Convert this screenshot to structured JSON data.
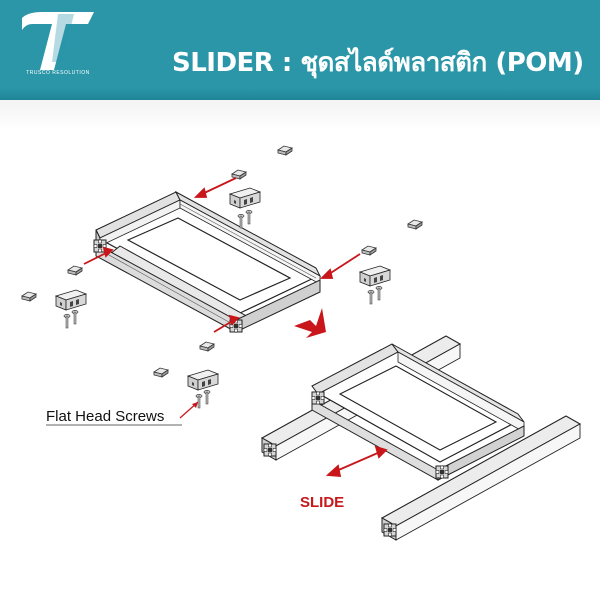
{
  "header": {
    "title": "SLIDER : ชุดสไลด์พลาสติก (POM)",
    "logo_text": "TRUSCO RESOLUTION",
    "background_color": "#2a96a8"
  },
  "diagram": {
    "label_screws": "Flat Head Screws",
    "label_slide": "SLIDE",
    "arrow_color": "#c8161b"
  }
}
